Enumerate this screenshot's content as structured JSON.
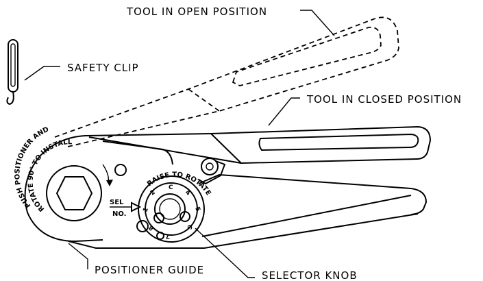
{
  "labels": {
    "open_position": "TOOL IN OPEN POSITION",
    "safety_clip": "SAFETY CLIP",
    "closed_position": "TOOL IN CLOSED POSITION",
    "positioner_guide": "POSITIONER GUIDE",
    "selector_knob": "SELECTOR KNOB"
  },
  "tool_text": {
    "push_line1": "PUSH POSITIONER AND",
    "push_line2": "ROTATE 90° TO INSTALL",
    "raise_to_rotate": "RAISE TO ROTATE",
    "sel": "SEL",
    "no": "NO.",
    "dial": [
      "1",
      "2",
      "C",
      "4",
      "5",
      "6",
      "7",
      "8"
    ]
  },
  "colors": {
    "line": "#000000",
    "background": "#ffffff"
  }
}
